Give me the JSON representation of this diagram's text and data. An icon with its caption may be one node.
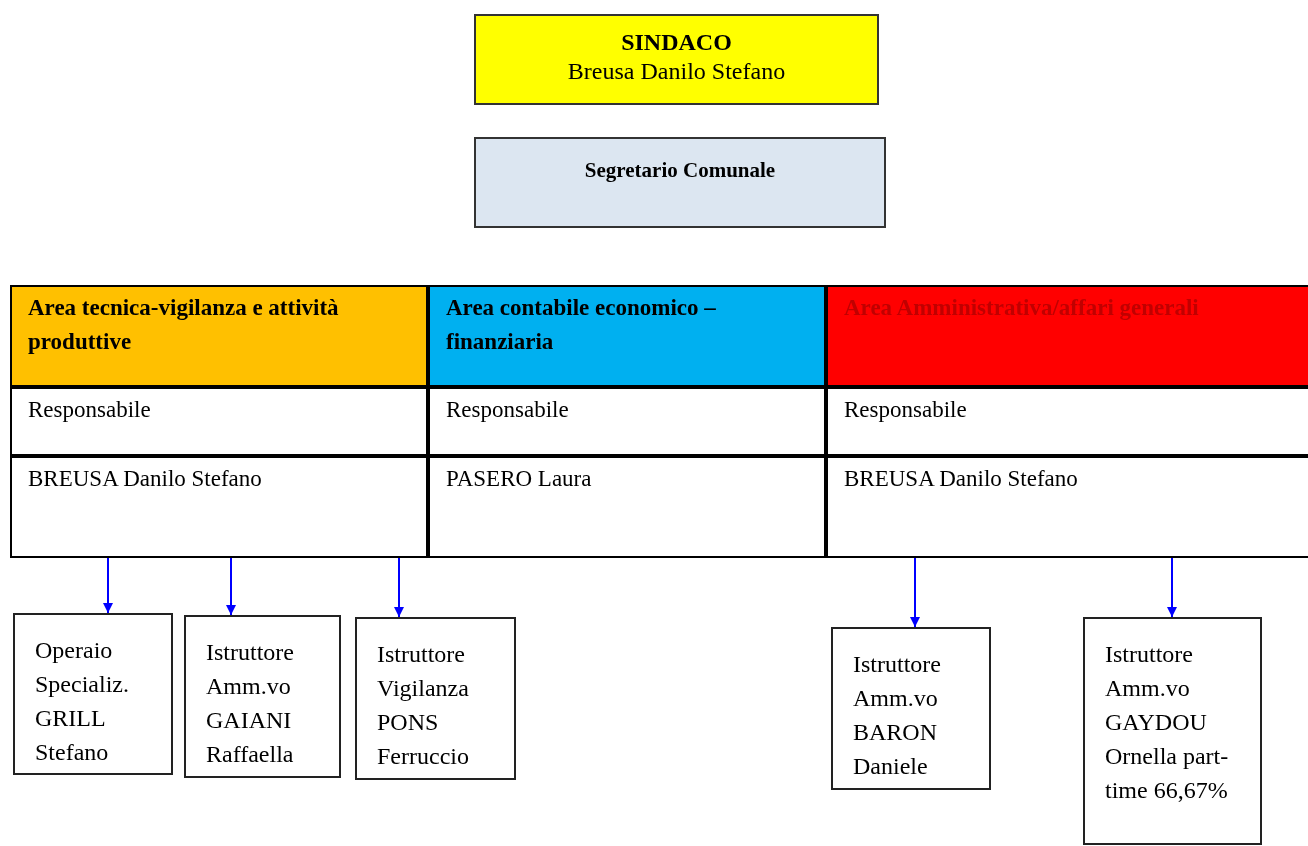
{
  "diagram": {
    "nodes": [
      {
        "text": [
          "SINDACO",
          "Breusa Danilo Stefano"
        ]
      },
      {
        "text": [
          "Segretario Comunale"
        ]
      },
      {
        "text": [
          "Area tecnica-vigilanza e attività produttive"
        ]
      },
      {
        "text": [
          "Area contabile economico – finanziaria"
        ]
      },
      {
        "text": [
          "Area Amministrativa/affari generali"
        ]
      },
      {
        "text": [
          "Responsabile"
        ]
      },
      {
        "text": [
          "Responsabile"
        ]
      },
      {
        "text": [
          "Responsabile"
        ]
      },
      {
        "text": [
          "BREUSA Danilo Stefano"
        ]
      },
      {
        "text": [
          "PASERO Laura"
        ]
      },
      {
        "text": [
          "BREUSA Danilo Stefano"
        ]
      },
      {
        "text": [
          "Operaio Specializ. GRILL Stefano"
        ]
      },
      {
        "text": [
          "Istruttore Amm.vo GAIANI Raffaella"
        ]
      },
      {
        "text": [
          "Istruttore Vigilanza PONS Ferruccio"
        ]
      },
      {
        "text": [
          "Istruttore Amm.vo BARON Daniele"
        ]
      },
      {
        "text": [
          "Istruttore Amm.vo GAYDOU Ornella part-time 66,67%"
        ]
      }
    ],
    "edges": [
      {
        "from": 8,
        "to": 11,
        "arrow": "to"
      },
      {
        "from": 8,
        "to": 12,
        "arrow": "to"
      },
      {
        "from": 8,
        "to": 13,
        "arrow": "to"
      },
      {
        "from": 10,
        "to": 14,
        "arrow": "to"
      },
      {
        "from": 10,
        "to": 15,
        "arrow": "to"
      }
    ]
  }
}
